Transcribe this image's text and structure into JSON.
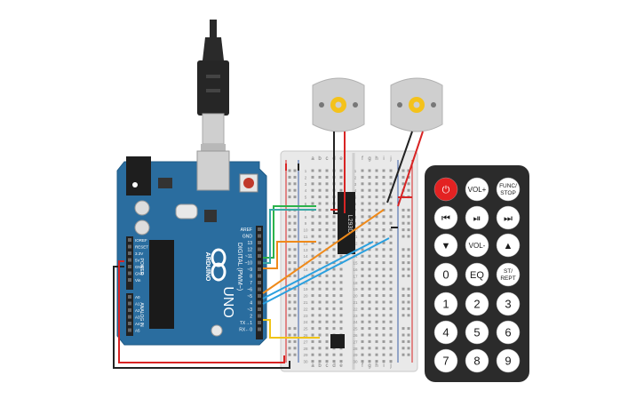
{
  "arduino": {
    "model": "UNO",
    "brand": "ARDUINO",
    "pin_labels_right": [
      "AREF",
      "GND",
      "13",
      "12",
      "~11",
      "~10",
      "~9",
      "8",
      "7",
      "~6",
      "~5",
      "4",
      "~3",
      "2",
      "TX→1",
      "RX←0"
    ],
    "digital_label": "DIGITAL (PWM~)",
    "power_label": "POWER",
    "analog_label": "ANALOG IN",
    "power_pins": [
      "IOREF",
      "RESET",
      "3.3V",
      "5V",
      "GND",
      "GND",
      "Vin"
    ],
    "analog_pins": [
      "A0",
      "A1",
      "A2",
      "A3",
      "A4",
      "A5"
    ]
  },
  "breadboard": {
    "column_letters_left": [
      "a",
      "b",
      "c",
      "d",
      "e"
    ],
    "column_letters_right": [
      "f",
      "g",
      "h",
      "i",
      "j"
    ],
    "row_numbers": [
      "1",
      "2",
      "3",
      "4",
      "5",
      "6",
      "7",
      "8",
      "9",
      "10",
      "11",
      "12",
      "13",
      "14",
      "15",
      "16",
      "17",
      "18",
      "19",
      "20",
      "21",
      "22",
      "23",
      "24",
      "25",
      "26",
      "27",
      "28",
      "29",
      "30"
    ],
    "rail_plus": "+",
    "rail_minus": "−"
  },
  "chip": {
    "label": "L293D"
  },
  "remote": {
    "buttons": [
      {
        "label": "⏻"
      },
      {
        "label": "VOL+"
      },
      {
        "label": "FUNC/\nSTOP"
      },
      {
        "label": "⏮"
      },
      {
        "label": "⏯"
      },
      {
        "label": "⏭"
      },
      {
        "label": "▼"
      },
      {
        "label": "VOL-"
      },
      {
        "label": "▲"
      },
      {
        "label": "0"
      },
      {
        "label": "EQ"
      },
      {
        "label": "ST/\nREPT"
      },
      {
        "label": "1"
      },
      {
        "label": "2"
      },
      {
        "label": "3"
      },
      {
        "label": "4"
      },
      {
        "label": "5"
      },
      {
        "label": "6"
      },
      {
        "label": "7"
      },
      {
        "label": "8"
      },
      {
        "label": "9"
      }
    ],
    "power_color": "#e32222"
  },
  "colors": {
    "arduino_blue": "#2a6d9f",
    "breadboard": "#e9e9e9",
    "remote_body": "#2b2b2b",
    "motor_body": "#cfcfcf",
    "gear": "#f4c21b",
    "wire_red": "#d82424",
    "wire_black": "#222222",
    "wire_orange": "#ef8a1a",
    "wire_blue": "#2aa0df",
    "wire_green": "#2bb34b",
    "wire_teal": "#3aa9a6",
    "wire_yellow": "#f0c417"
  }
}
